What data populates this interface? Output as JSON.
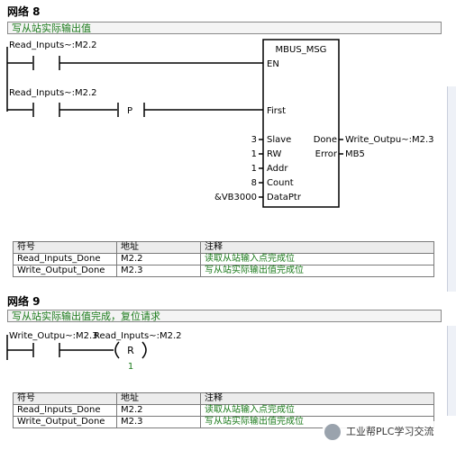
{
  "network8": {
    "title": "网络 8",
    "comment": "写从站实际输出值",
    "contact1_label": "Read_Inputs~:M2.2",
    "contact2_label": "Read_Inputs~:M2.2",
    "p_label": "P",
    "block": {
      "name": "MBUS_MSG",
      "en": "EN",
      "first": "First",
      "inputs": [
        {
          "value": "3",
          "pin": "Slave"
        },
        {
          "value": "1",
          "pin": "RW"
        },
        {
          "value": "1",
          "pin": "Addr"
        },
        {
          "value": "8",
          "pin": "Count"
        },
        {
          "value": "&VB3000",
          "pin": "DataPtr"
        }
      ],
      "outputs": [
        {
          "pin": "Done",
          "value": "Write_Outpu~:M2.3"
        },
        {
          "pin": "Error",
          "value": "MB5"
        }
      ]
    },
    "symbol_table": {
      "headers": [
        "符号",
        "地址",
        "注释"
      ],
      "rows": [
        [
          "Read_Inputs_Done",
          "M2.2",
          "读取从站输入点完成位"
        ],
        [
          "Write_Output_Done",
          "M2.3",
          "写从站实际输出值完成位"
        ]
      ]
    }
  },
  "network9": {
    "title": "网络 9",
    "comment": "写从站实际输出值完成，复位请求",
    "contact_label": "Write_Outpu~:M2.3",
    "coil_label": "Read_Inputs~:M2.2",
    "coil_symbol": "R",
    "coil_count": "1",
    "symbol_table": {
      "headers": [
        "符号",
        "地址",
        "注释"
      ],
      "rows": [
        [
          "Read_Inputs_Done",
          "M2.2",
          "读取从站输入点完成位"
        ],
        [
          "Write_Output_Done",
          "M2.3",
          "写从站实际输出值完成位"
        ]
      ]
    }
  },
  "watermark": {
    "text": "工业帮PLC学习交流"
  }
}
